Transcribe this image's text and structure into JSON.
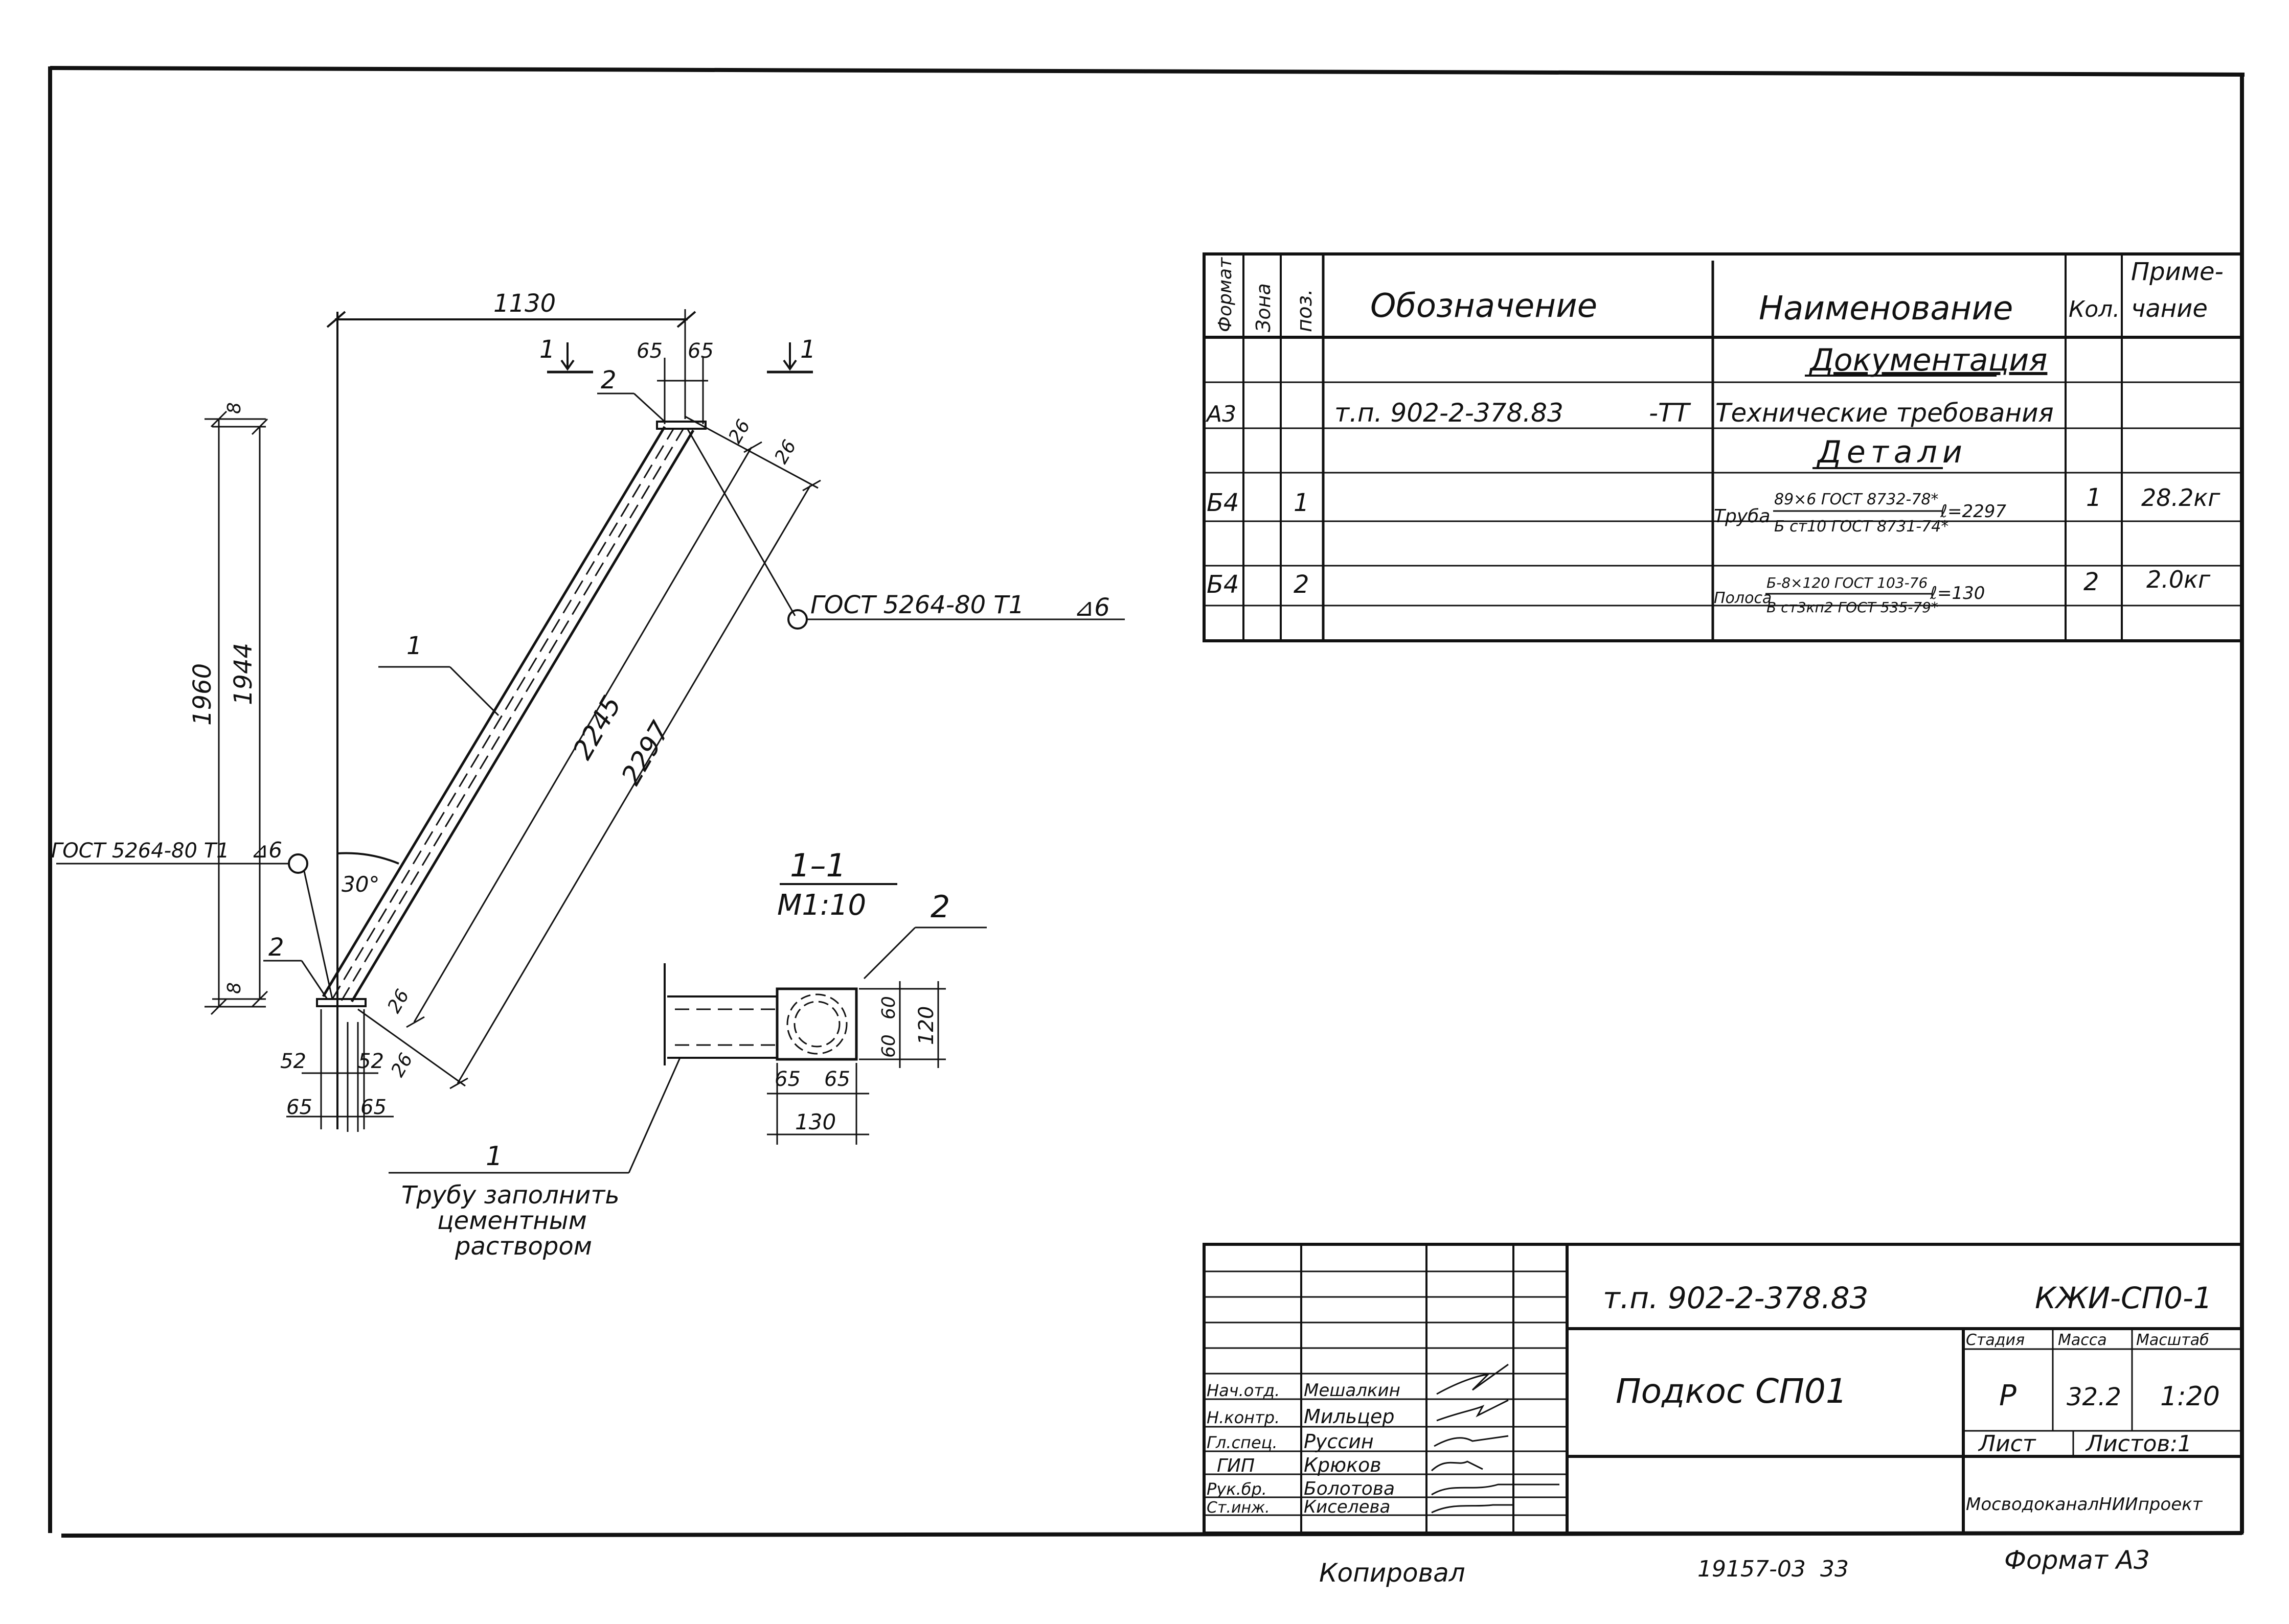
{
  "spec_table": {
    "headers": {
      "format": "Формат",
      "zone": "Зона",
      "pos": "поз.",
      "designation": "Обозначение",
      "name": "Наименование",
      "qty": "Кол.",
      "note_1": "Приме-",
      "note_2": "чание"
    },
    "section_docs": "Документация",
    "section_details": "Детали",
    "row_docs": {
      "format": "А3",
      "designation": "т.п. 902-2-378.83",
      "designation_suffix": "-ТТ",
      "name": "Технические требования"
    },
    "row_1": {
      "format": "Б4",
      "pos": "1",
      "name_prefix": "Труба",
      "name_top": "89×6 ГОСТ 8732-78*",
      "name_bottom": "Б ст10 ГОСТ 8731-74*",
      "length": "ℓ=2297",
      "qty": "1",
      "note": "28.2кг"
    },
    "row_2": {
      "format": "Б4",
      "pos": "2",
      "name_prefix": "Полоса",
      "name_top": "Б-8×120 ГОСТ 103-76",
      "name_bottom": "В ст3кп2 ГОСТ 535-79*",
      "length": "ℓ=130",
      "qty": "2",
      "note": "2.0кг"
    }
  },
  "drawing": {
    "dim_1130": "1130",
    "dim_65a": "65",
    "dim_65b": "65",
    "section_mark": "1",
    "dim_1960": "1960",
    "dim_1944": "1944",
    "dim_8_top": "8",
    "dim_8_bottom": "8",
    "dim_2245": "2245",
    "dim_2297": "2297",
    "dim_26a": "26",
    "dim_26b": "26",
    "dim_26c": "26",
    "dim_26d": "26",
    "angle": "30°",
    "dim_52a": "52",
    "dim_52b": "52",
    "dim_65c": "65",
    "dim_65d": "65",
    "pos_1": "1",
    "pos_2": "2",
    "weld_label": "ГОСТ 5264-80 Т1",
    "weld_size": "⊿6",
    "note_lines": [
      "Трубу заполнить",
      "цементным",
      "раствором"
    ]
  },
  "section_view": {
    "title": "1–1",
    "scale": "М1:10",
    "pos_2": "2",
    "pos_1": "1",
    "dim_60a": "60",
    "dim_60b": "60",
    "dim_120": "120",
    "dim_65a": "65",
    "dim_65b": "65",
    "dim_130": "130"
  },
  "title_block": {
    "doc_code": "т.п. 902-2-378.83",
    "sheet_code": "КЖИ-СП0-1",
    "title": "Подкос СП01",
    "col_stage": "Стадия",
    "col_mass": "Масса",
    "col_scale": "Масштаб",
    "stage": "Р",
    "mass": "32.2",
    "scale": "1:20",
    "sheet": "Лист",
    "sheets": "Листов:1",
    "org": "МосводоканалНИИпроект",
    "roles": [
      {
        "role": "Нач.отд.",
        "name": "Мешалкин"
      },
      {
        "role": "Н.контр.",
        "name": "Мильцер"
      },
      {
        "role": "Гл.спец.",
        "name": "Руссин"
      },
      {
        "role": "ГИП",
        "name": "Крюков"
      },
      {
        "role": "Рук.бр.",
        "name": "Болотова"
      },
      {
        "role": "Ст.инж.",
        "name": "Киселева"
      }
    ]
  },
  "footer": {
    "copied": "Копировал",
    "number": "19157-03",
    "page": "33",
    "format": "Формат А3"
  }
}
